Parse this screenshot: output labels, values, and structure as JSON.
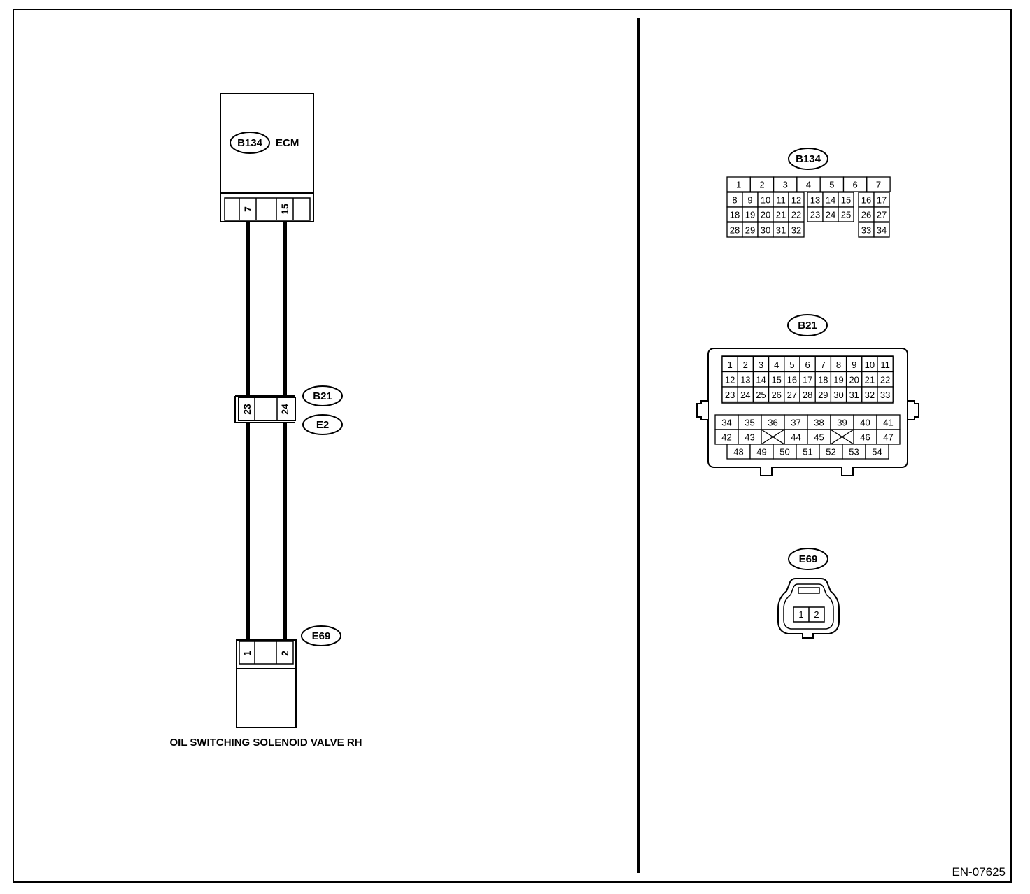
{
  "ecm": {
    "connector": "B134",
    "label": "ECM",
    "pins": [
      "7",
      "15"
    ]
  },
  "junction": {
    "connector_top": "B21",
    "connector_bottom": "E2",
    "pins": [
      "23",
      "24"
    ]
  },
  "solenoid": {
    "connector": "E69",
    "pins": [
      "1",
      "2"
    ],
    "label": "OIL SWITCHING SOLENOID VALVE RH"
  },
  "b134_face": {
    "label": "B134",
    "row1": [
      "1",
      "2",
      "3",
      "4",
      "5",
      "6",
      "7"
    ],
    "row2": [
      "8",
      "9",
      "10",
      "11",
      "12",
      "13",
      "14",
      "15",
      "16",
      "17"
    ],
    "row3": [
      "18",
      "19",
      "20",
      "21",
      "22",
      "23",
      "24",
      "25",
      "26",
      "27"
    ],
    "row4": [
      "28",
      "29",
      "30",
      "31",
      "32",
      "33",
      "34"
    ]
  },
  "b21_face": {
    "label": "B21",
    "row1": [
      "1",
      "2",
      "3",
      "4",
      "5",
      "6",
      "7",
      "8",
      "9",
      "10",
      "11"
    ],
    "row2": [
      "12",
      "13",
      "14",
      "15",
      "16",
      "17",
      "18",
      "19",
      "20",
      "21",
      "22"
    ],
    "row3": [
      "23",
      "24",
      "25",
      "26",
      "27",
      "28",
      "29",
      "30",
      "31",
      "32",
      "33"
    ],
    "row4": [
      "34",
      "35",
      "36",
      "37",
      "38",
      "39",
      "40",
      "41"
    ],
    "row5": [
      "42",
      "43",
      "44",
      "45",
      "46",
      "47"
    ],
    "row6": [
      "48",
      "49",
      "50",
      "51",
      "52",
      "53",
      "54"
    ]
  },
  "e69_face": {
    "label": "E69",
    "pins": [
      "1",
      "2"
    ]
  },
  "figure_code": "EN-07625"
}
